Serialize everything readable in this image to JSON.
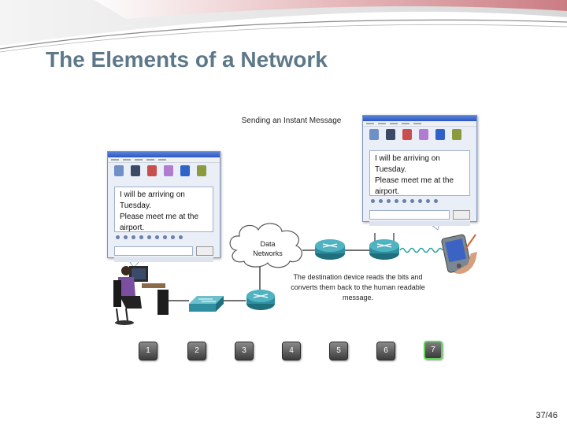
{
  "slide": {
    "title": "The Elements of a Network",
    "number": "37/46"
  },
  "diagram": {
    "caption": "Sending an Instant Message",
    "message_sender": "I will be arriving on Tuesday.\nPlease meet me at the airport.",
    "message_receiver": "I will be arriving on Tuesday.\nPlease meet me at the airport.",
    "cloud_label": "Data\nNetworks",
    "destination_note": "The destination device reads the bits and converts them back to the human readable message.",
    "steps": [
      "1",
      "2",
      "3",
      "4",
      "5",
      "6",
      "7"
    ],
    "active_step": "7"
  },
  "colors": {
    "title": "#5d7889",
    "router": "#2f8fa0",
    "active_step_border": "#5ed35a",
    "signal_wave": "#2aa0a0"
  },
  "icons": [
    "router-icon",
    "switch-icon",
    "cloud-icon",
    "pda-icon",
    "user-at-computer-icon",
    "antenna-icon"
  ]
}
